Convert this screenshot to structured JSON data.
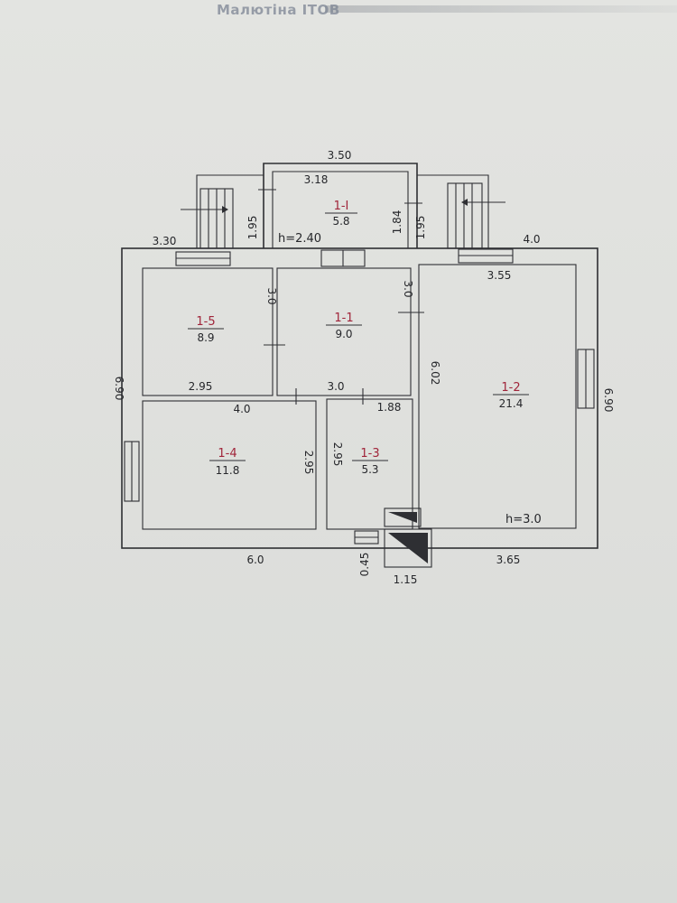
{
  "stamp": "Малютіна ІТОВ",
  "rooms": [
    {
      "id": "1-I",
      "area": "5.8"
    },
    {
      "id": "1-5",
      "area": "8.9"
    },
    {
      "id": "1-1",
      "area": "9.0"
    },
    {
      "id": "1-2",
      "area": "21.4"
    },
    {
      "id": "1-4",
      "area": "11.8"
    },
    {
      "id": "1-3",
      "area": "5.3"
    }
  ],
  "heights": {
    "porch": "h=2.40",
    "main": "h=3.0"
  },
  "dimensions": {
    "porch_outer_width": "3.50",
    "porch_inner_width": "3.18",
    "porch_left_depth": "1.95",
    "porch_right_depth_inner": "1.84",
    "porch_right_depth_outer": "1.95",
    "top_left": "3.30",
    "top_right": "4.0",
    "left_height": "6.90",
    "right_height": "6.90",
    "room_1_2_width": "3.55",
    "room_1_2_height": "6.02",
    "room_1_5_depth": "3.0",
    "room_1_1_depth": "3.0",
    "room_1_5_width": "2.95",
    "room_1_1_width": "3.0",
    "room_1_4_width": "4.0",
    "room_1_3_width": "1.88",
    "room_1_4_depth": "2.95",
    "room_1_3_depth": "2.95",
    "bottom_left": "6.0",
    "bottom_right": "3.65",
    "boiler_depth": "0.45",
    "boiler_width": "1.15"
  }
}
